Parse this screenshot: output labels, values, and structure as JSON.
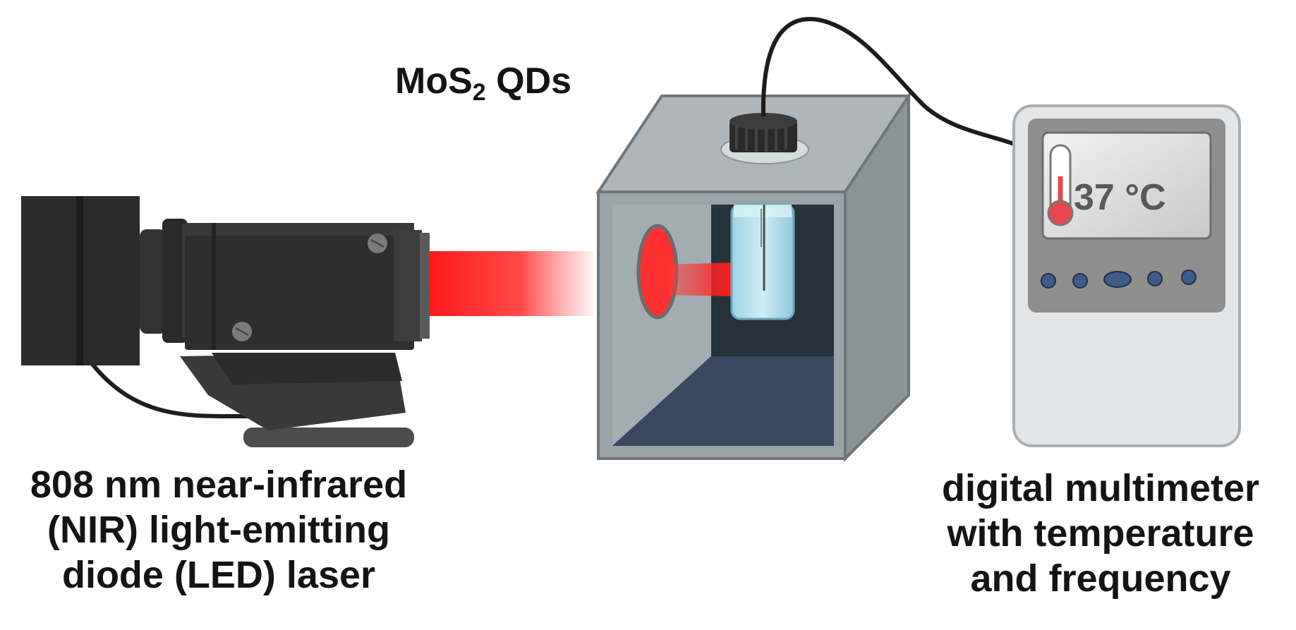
{
  "sample_label": {
    "main": "MoS",
    "sub": "2",
    "suffix": " QDs"
  },
  "laser_label": {
    "lines": [
      "808 nm near-infrared",
      "(NIR) light-emitting",
      "diode (LED) laser"
    ]
  },
  "meter_label": {
    "lines": [
      "digital multimeter",
      "with temperature",
      "and frequency"
    ]
  },
  "meter_display": {
    "reading": "37 °C"
  },
  "icons": [
    "thermometer-icon"
  ],
  "colors": {
    "laser_beam": "#ff1a1a",
    "laser_body": "#2e2e2e",
    "chamber": "#aeb6bb",
    "cuvette": "#bfe6f2",
    "thermometer_bulb": "#e8474f"
  }
}
